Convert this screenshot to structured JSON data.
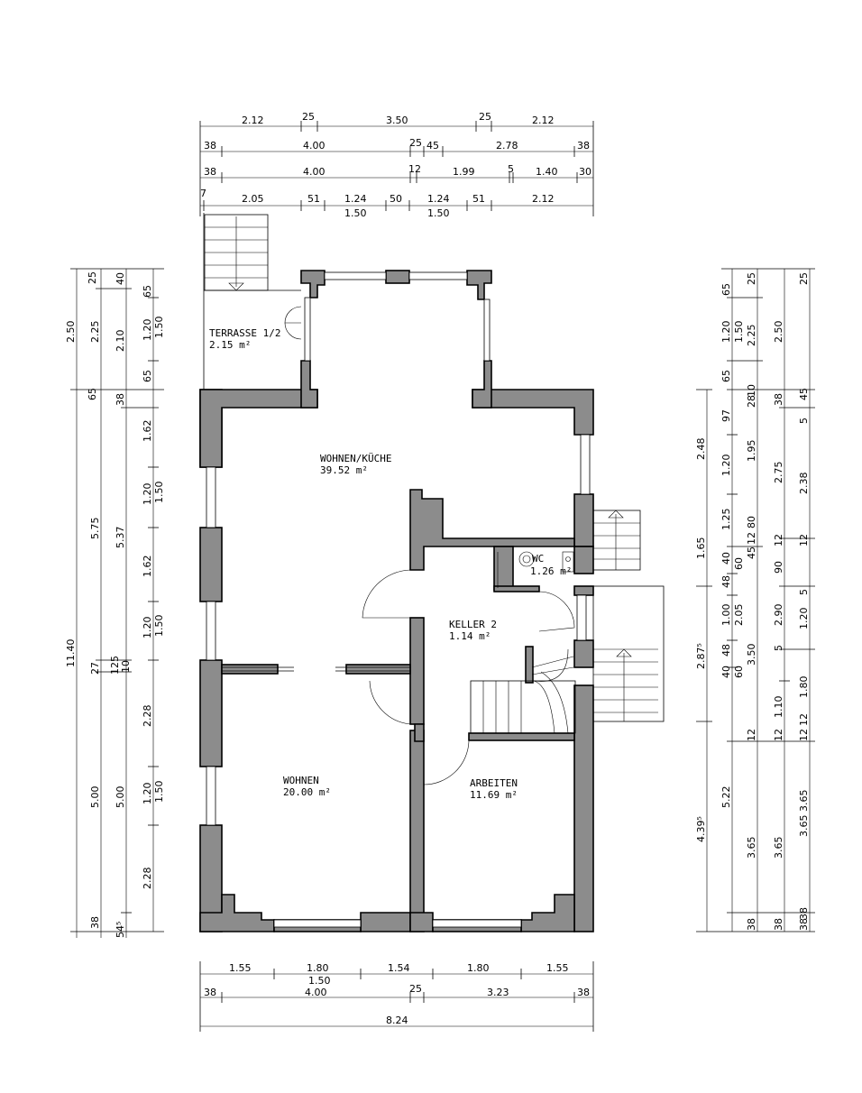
{
  "rooms": [
    {
      "name": "TERRASSE 1/2",
      "area": "2.15 m²"
    },
    {
      "name": "WOHNEN/KÜCHE",
      "area": "39.52 m²"
    },
    {
      "name": "WC",
      "area": "1.26 m²"
    },
    {
      "name": "KELLER 2",
      "area": "1.14 m²"
    },
    {
      "name": "WOHNEN",
      "area": "20.00 m²"
    },
    {
      "name": "ARBEITEN",
      "area": "11.69 m²"
    }
  ],
  "dims_top": [
    [
      "2.12",
      "25",
      "3.50",
      "25",
      "2.12"
    ],
    [
      "38",
      "4.00",
      "25",
      "45",
      "2.78",
      "38"
    ],
    [
      "38",
      "4.00",
      "12",
      "1.99",
      "5",
      "1.40",
      "30"
    ],
    [
      "7",
      "2.05",
      "51",
      "1.24",
      "50",
      "1.24",
      "51",
      "2.12"
    ],
    [
      "1.50",
      "1.50"
    ]
  ],
  "dims_bottom": [
    [
      "1.55",
      "1.80",
      "1.54",
      "1.80",
      "1.55"
    ],
    [
      "1.50"
    ],
    [
      "38",
      "4.00",
      "25",
      "3.23",
      "38"
    ],
    [
      "8.24"
    ]
  ],
  "dims_left": [
    [
      "2.50",
      "11.40"
    ],
    [
      "2.25",
      "5.75",
      "27",
      "5.00",
      "38"
    ],
    [
      "25",
      "2.10",
      "5.37",
      "125",
      "10",
      "5.00",
      "54⁵"
    ],
    [
      "40",
      "65",
      "38",
      "1.62",
      "1.20",
      "1.62",
      "1.20",
      "2.28",
      "1.20",
      "2.28"
    ],
    [
      "1.50",
      "1.50",
      "1.50",
      "1.50"
    ],
    [
      "65",
      "1.20",
      "65"
    ]
  ],
  "dims_right": [
    [
      "2.48",
      "1.65",
      "2.87⁵",
      "4.39⁵"
    ],
    [
      "65",
      "1.20",
      "65",
      "97",
      "1.20",
      "1.25",
      "40",
      "48",
      "1.00",
      "48",
      "40",
      "12",
      "3.65",
      "38"
    ],
    [
      "1.50",
      "1.95",
      "80",
      "60",
      "2.05",
      "60",
      "5.22"
    ],
    [
      "25",
      "2.25",
      "28",
      "10",
      "12",
      "45",
      "3.50",
      "12",
      "3.65",
      "38"
    ],
    [
      "2.50",
      "38",
      "2.75",
      "12",
      "90",
      "2.90",
      "5",
      "1.80",
      "1.10",
      "12",
      "3.65",
      "38"
    ],
    [
      "25",
      "45",
      "5",
      "2.38",
      "12",
      "5",
      "1.20",
      "12",
      "3.65",
      "38"
    ]
  ]
}
